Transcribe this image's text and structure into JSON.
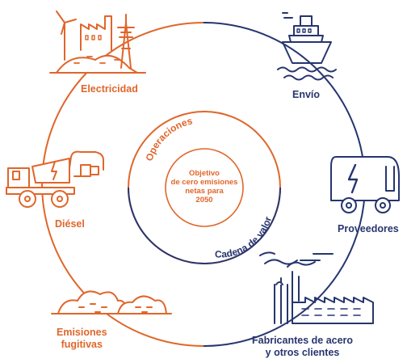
{
  "center": {
    "lines": [
      "Objetivo",
      "de cero emisiones",
      "netas para",
      "2050"
    ]
  },
  "rings": {
    "operations_label": "Operaciones",
    "value_chain_label": "Cadena de valor"
  },
  "nodes": {
    "electricity": "Electricidad",
    "shipping": "Envío",
    "suppliers": "Proveedores",
    "steel_line1": "Fabricantes de acero",
    "steel_line2": "y otros clientes",
    "fugitive_line1": "Emisiones",
    "fugitive_line2": "fugitivas",
    "diesel": "Diésel"
  },
  "colors": {
    "operations": "#e0662a",
    "value_chain": "#27356f"
  }
}
